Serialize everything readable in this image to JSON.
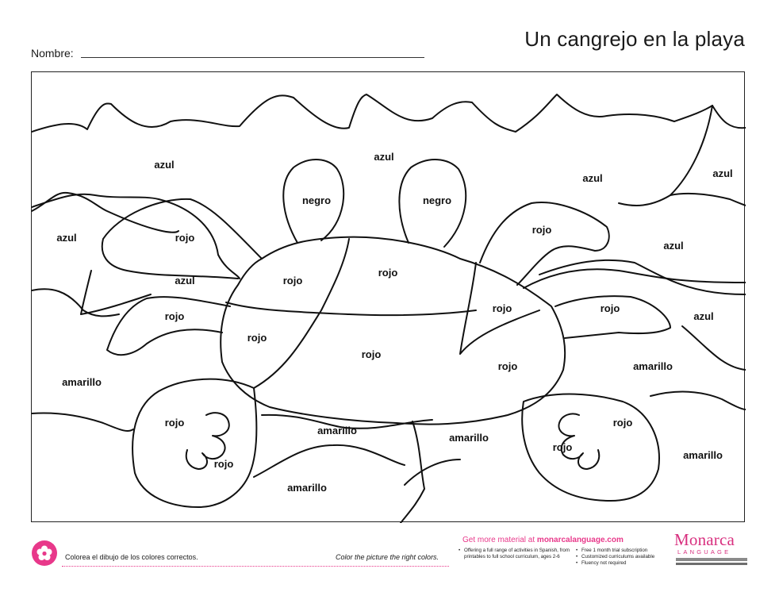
{
  "header": {
    "name_label": "Nombre:",
    "title": "Un cangrejo en la playa"
  },
  "labels": {
    "azul_1": "azul",
    "azul_2": "azul",
    "azul_3": "azul",
    "azul_4": "azul",
    "azul_5": "azul",
    "azul_6": "azul",
    "azul_7": "azul",
    "azul_8": "azul",
    "negro_1": "negro",
    "negro_2": "negro",
    "rojo_1": "rojo",
    "rojo_2": "rojo",
    "rojo_3": "rojo",
    "rojo_4": "rojo",
    "rojo_5": "rojo",
    "rojo_6": "rojo",
    "rojo_7": "rojo",
    "rojo_8": "rojo",
    "rojo_9": "rojo",
    "rojo_10": "rojo",
    "rojo_11": "rojo",
    "rojo_12": "rojo",
    "rojo_13": "rojo",
    "rojo_14": "rojo",
    "amarillo_1": "amarillo",
    "amarillo_2": "amarillo",
    "amarillo_3": "amarillo",
    "amarillo_4": "amarillo",
    "amarillo_5": "amarillo",
    "amarillo_6": "amarillo"
  },
  "footer": {
    "instruction_es": "Colorea el dibujo de los colores correctos.",
    "instruction_en": "Color the picture the right colors.",
    "promo_prefix": "Get more material at ",
    "promo_site": "monarcalanguage.com",
    "bullets_left": [
      "Offering a full range of activities in Spanish, from printables to full school curriculum, ages 2-6"
    ],
    "bullets_right": [
      "Free 1 month trial subscription",
      "Customized curriculums available",
      "Fluency not required"
    ],
    "logo_main": "Monarca",
    "logo_sub": "LANGUAGE"
  },
  "colors": {
    "accent": "#e8388a",
    "line": "#111111",
    "logo_gray": "#8a8a8a"
  },
  "icons": {
    "footer_icon": "flower-icon"
  }
}
